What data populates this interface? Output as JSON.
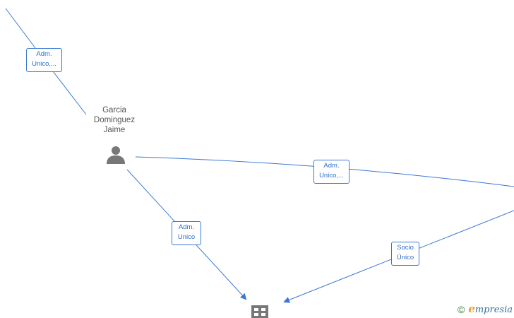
{
  "person": {
    "name_lines": [
      "Garcia",
      "Dominguez",
      "Jaime"
    ],
    "icon": "person-icon"
  },
  "company": {
    "icon": "building-icon"
  },
  "relations": [
    {
      "lines": [
        "Adm.",
        "Unico,..."
      ]
    },
    {
      "lines": [
        "Adm.",
        "Unico,..."
      ]
    },
    {
      "lines": [
        "Adm.",
        "Unico"
      ]
    },
    {
      "lines": [
        "Socio",
        "Único"
      ]
    }
  ],
  "branding": {
    "copyright": "©",
    "e_letter": "e",
    "name": "mpresia",
    "icon": "copyright-icon"
  },
  "colors": {
    "edge": "#3a78d4",
    "label_text": "#2c6cc9",
    "node_icon": "#777777"
  }
}
